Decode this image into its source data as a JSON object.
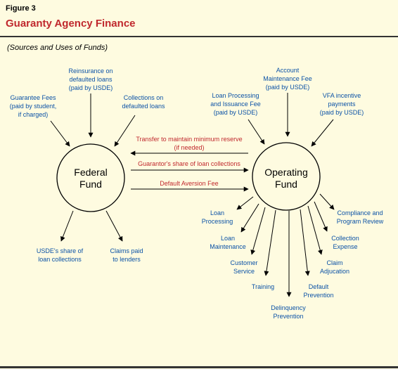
{
  "figure": {
    "number": "Figure 3",
    "title": "Guaranty Agency Finance",
    "subtitle": "(Sources and Uses of Funds)"
  },
  "colors": {
    "title": "#c0282d",
    "source_labels": "#0b52a6",
    "transfer_labels": "#c0282d",
    "background": "#fefbe0"
  },
  "federal_fund": {
    "line1": "Federal",
    "line2": "Fund",
    "sources": [
      {
        "lines": [
          "Guarantee Fees",
          "(paid by student,",
          "if charged)"
        ]
      },
      {
        "lines": [
          "Reinsurance on",
          "defaulted loans",
          "(paid by USDE)"
        ]
      },
      {
        "lines": [
          "Collections on",
          "defaulted loans"
        ]
      }
    ],
    "uses": [
      {
        "lines": [
          "USDE's share of",
          "loan collections"
        ]
      },
      {
        "lines": [
          "Claims paid",
          "to lenders"
        ]
      }
    ]
  },
  "operating_fund": {
    "line1": "Operating",
    "line2": "Fund",
    "sources": [
      {
        "lines": [
          "Loan Processing",
          "and Issuance Fee",
          "(paid by USDE)"
        ]
      },
      {
        "lines": [
          "Account",
          "Maintenance Fee",
          "(paid by USDE)"
        ]
      },
      {
        "lines": [
          "VFA incentive",
          "payments",
          "(paid by USDE)"
        ]
      }
    ],
    "uses": [
      {
        "lines": [
          "Loan",
          "Processing"
        ]
      },
      {
        "lines": [
          "Loan",
          "Maintenance"
        ]
      },
      {
        "lines": [
          "Customer",
          "Service"
        ]
      },
      {
        "lines": [
          "Training"
        ]
      },
      {
        "lines": [
          "Delinquency",
          "Prevention"
        ]
      },
      {
        "lines": [
          "Default",
          "Prevention"
        ]
      },
      {
        "lines": [
          "Claim",
          "Adjucation"
        ]
      },
      {
        "lines": [
          "Collection",
          "Expense"
        ]
      },
      {
        "lines": [
          "Compliance and",
          "Program Review"
        ]
      }
    ]
  },
  "transfers": [
    {
      "lines": [
        "Transfer to maintain minimum reserve",
        "(if needed)"
      ]
    },
    {
      "lines": [
        "Guarantor's share of loan collections"
      ]
    },
    {
      "lines": [
        "Default Aversion Fee"
      ]
    }
  ]
}
